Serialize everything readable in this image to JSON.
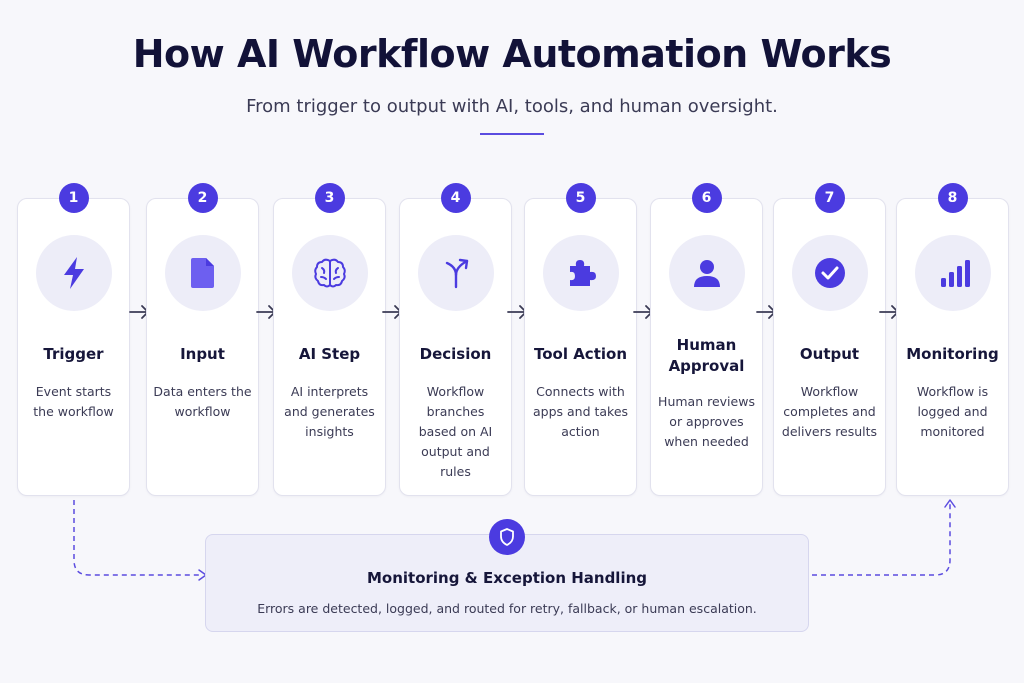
{
  "header": {
    "title": "How AI Workflow Automation Works",
    "subtitle": "From trigger to output with AI, tools, and human oversight."
  },
  "colors": {
    "accent": "#4b3be0",
    "icon_bg": "#ededf8",
    "text_dark": "#16163a",
    "text_muted": "#3b3b55"
  },
  "steps": [
    {
      "number": "1",
      "title": "Trigger",
      "description": "Event starts the workflow",
      "icon": "lightning-icon"
    },
    {
      "number": "2",
      "title": "Input",
      "description": "Data enters the workflow",
      "icon": "document-icon"
    },
    {
      "number": "3",
      "title": "AI Step",
      "description": "AI interprets and generates insights",
      "icon": "brain-icon"
    },
    {
      "number": "4",
      "title": "Decision",
      "description": "Workflow branches based on AI output and rules",
      "icon": "branch-arrow-icon"
    },
    {
      "number": "5",
      "title": "Tool Action",
      "description": "Connects with apps and takes action",
      "icon": "puzzle-icon"
    },
    {
      "number": "6",
      "title": "Human Approval",
      "description": "Human reviews or approves when needed",
      "icon": "person-icon"
    },
    {
      "number": "7",
      "title": "Output",
      "description": "Workflow completes and delivers results",
      "icon": "checkmark-icon"
    },
    {
      "number": "8",
      "title": "Monitoring",
      "description": "Workflow is logged and monitored",
      "icon": "bar-chart-icon"
    }
  ],
  "exception": {
    "title": "Monitoring & Exception Handling",
    "description": "Errors are detected, logged, and routed for retry, fallback, or human escalation.",
    "icon": "shield-icon"
  }
}
